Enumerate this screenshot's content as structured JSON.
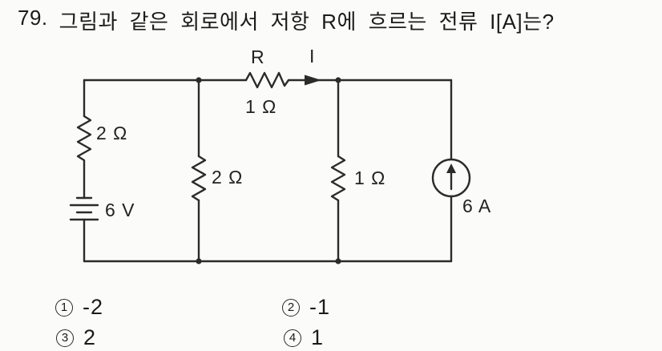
{
  "question": {
    "number": "79.",
    "text": "그림과 같은 회로에서 저항 R에 흐르는 전류 I[A]는?"
  },
  "circuit": {
    "line_color": "#2b2b2b",
    "top_resistor_name": "R",
    "current_label": "I",
    "top_resistor_value": "1 Ω",
    "left_branch_resistor": "2 Ω",
    "battery_voltage": "6 V",
    "middle_branch_resistor": "2 Ω",
    "right_branch_resistor": "1 Ω",
    "current_source_value": "6 A"
  },
  "options": [
    {
      "marker": "1",
      "value": "-2"
    },
    {
      "marker": "2",
      "value": "-1"
    },
    {
      "marker": "3",
      "value": "2"
    },
    {
      "marker": "4",
      "value": "1"
    }
  ]
}
